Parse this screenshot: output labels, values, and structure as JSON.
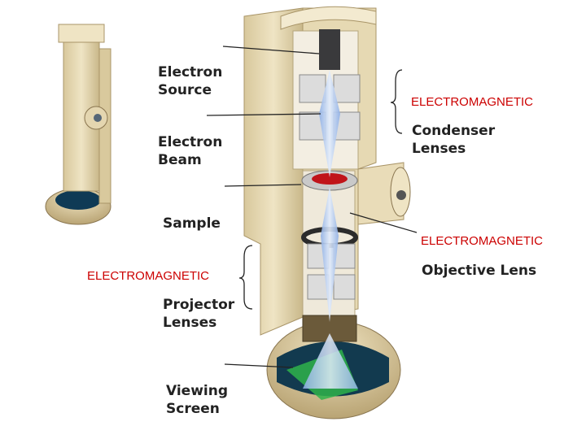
{
  "labels": {
    "electron_source": [
      "Electron",
      "Source"
    ],
    "electron_beam": [
      "Electron",
      "Beam"
    ],
    "sample": "Sample",
    "viewing_screen": [
      "Viewing",
      "Screen"
    ],
    "condenser": [
      "Condenser",
      "Lenses"
    ],
    "objective": "Objective Lens",
    "projector": [
      "Projector",
      "Lenses"
    ]
  },
  "annotations": {
    "condenser_tag": "ELECTROMAGNETIC",
    "objective_tag": "ELECTROMAGNETIC",
    "projector_tag": "ELECTROMAGNETIC"
  },
  "colors": {
    "body": "#e9dcb8",
    "body_shadow": "#c8b88c",
    "interior": "#f3eee2",
    "lens": "#dcdcdc",
    "beam": "#a9c3ee",
    "sample": "#c0141a",
    "screen_green": "#2fb34a",
    "annotation_red": "#cc0000"
  }
}
